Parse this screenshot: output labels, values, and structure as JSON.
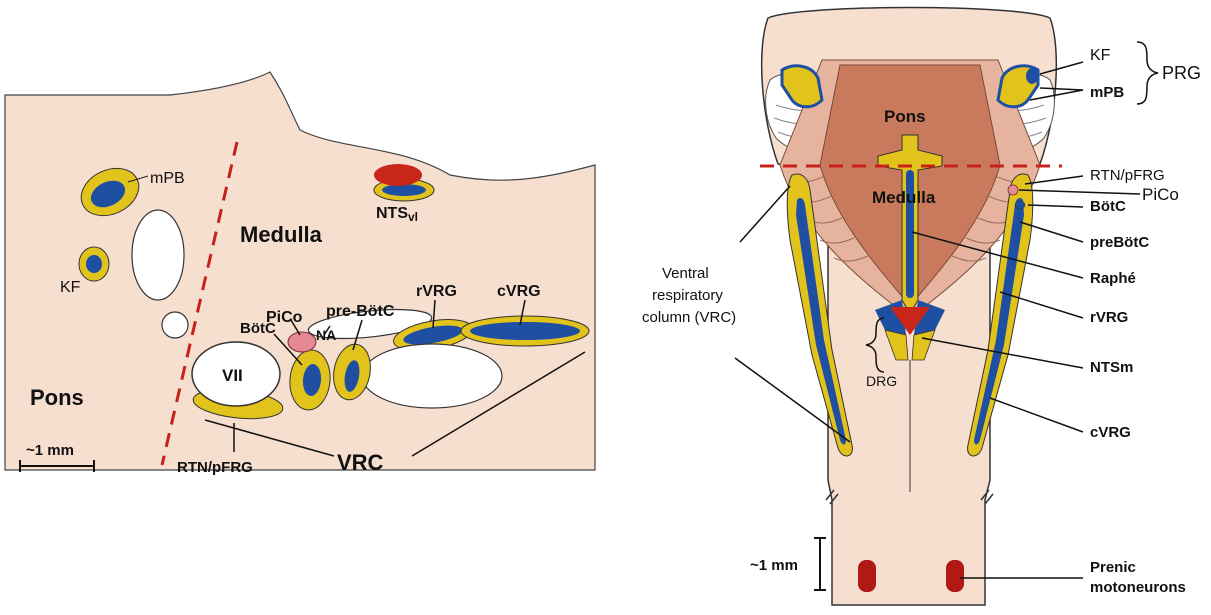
{
  "left_panel": {
    "labels": {
      "mpb": "mPB",
      "kf": "KF",
      "medulla": "Medulla",
      "pons": "Pons",
      "nts_main": "NTS",
      "nts_sub": "vl",
      "pico": "PiCo",
      "na": "NA",
      "pre_botc": "pre-BötC",
      "rvrg": "rVRG",
      "cvrg": "cVRG",
      "botc": "BötC",
      "vii": "VII",
      "rtn_pfrg": "RTN/pFRG",
      "vrc": "VRC",
      "scale": "~1 mm"
    }
  },
  "right_panel": {
    "labels": {
      "kf": "KF",
      "mpb": "mPB",
      "prg": "PRG",
      "pons": "Pons",
      "medulla": "Medulla",
      "rtn_pfrg": "RTN/pFRG",
      "pico": "PiCo",
      "botc": "BötC",
      "pre_botc": "preBötC",
      "raphe": "Raphé",
      "rvrg": "rVRG",
      "ntsm": "NTSm",
      "cvrg": "cVRG",
      "drg": "DRG",
      "vrc_line1": "Ventral",
      "vrc_line2": "respiratory",
      "vrc_line3": "column (VRC)",
      "scale": "~1 mm",
      "phrenic_line1": "Prenic",
      "phrenic_line2": "motoneurons"
    }
  },
  "colors": {
    "tissue": "#f7dfd0",
    "pons_fill": "#c97a5c",
    "yellow": "#e2c31b",
    "blue": "#1f4fa3",
    "red": "#c9261a",
    "pico_pink": "#e58a95",
    "dash_red": "#c8201a"
  }
}
